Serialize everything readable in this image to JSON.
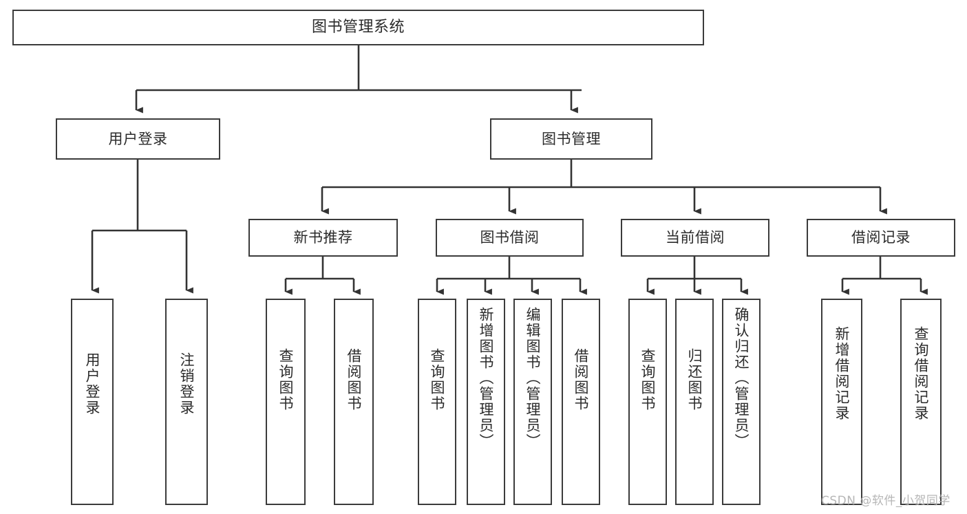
{
  "diagram": {
    "title": "图书管理系统",
    "type": "hierarchy-tree",
    "levels": 4,
    "root": {
      "id": "root",
      "label": "图书管理系统"
    },
    "level2": [
      {
        "id": "user-login",
        "label": "用户登录"
      },
      {
        "id": "book-management",
        "label": "图书管理"
      }
    ],
    "level3": [
      {
        "id": "new-book-recommend",
        "label": "新书推荐",
        "parent": "book-management"
      },
      {
        "id": "book-borrow",
        "label": "图书借阅",
        "parent": "book-management"
      },
      {
        "id": "current-borrow",
        "label": "当前借阅",
        "parent": "book-management"
      },
      {
        "id": "borrow-record",
        "label": "借阅记录",
        "parent": "book-management"
      }
    ],
    "leaves": {
      "user_login": [
        {
          "id": "leaf-user-login",
          "label": "用户登录"
        },
        {
          "id": "leaf-logout-login",
          "label": "注销登录"
        }
      ],
      "new_book_recommend": [
        {
          "id": "leaf-query-book-1",
          "label": "查询图书"
        },
        {
          "id": "leaf-borrow-book-1",
          "label": "借阅图书"
        }
      ],
      "book_borrow": [
        {
          "id": "leaf-query-book-2",
          "label": "查询图书"
        },
        {
          "id": "leaf-add-book-admin",
          "label": "新增图书（管理员）"
        },
        {
          "id": "leaf-edit-book-admin",
          "label": "编辑图书（管理员）"
        },
        {
          "id": "leaf-borrow-book-2",
          "label": "借阅图书"
        }
      ],
      "current_borrow": [
        {
          "id": "leaf-query-book-3",
          "label": "查询图书"
        },
        {
          "id": "leaf-return-book",
          "label": "归还图书"
        },
        {
          "id": "leaf-confirm-return-admin",
          "label": "确认归还（管理员）"
        }
      ],
      "borrow_record": [
        {
          "id": "leaf-add-borrow-record",
          "label": "新增借阅记录"
        },
        {
          "id": "leaf-query-borrow-record",
          "label": "查询借阅记录"
        }
      ]
    }
  },
  "watermark": {
    "text": "CSDN @软件_小贺同学"
  },
  "colors": {
    "background": "#ffffff",
    "box_border": "#3b3b3b",
    "text": "#2b2b2b",
    "connector": "#333333",
    "watermark": "#b6b6b6"
  }
}
